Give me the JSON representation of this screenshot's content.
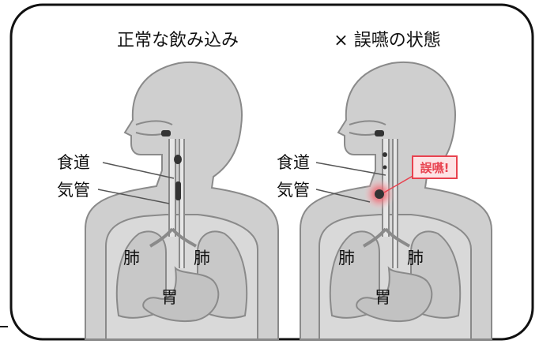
{
  "panels": [
    {
      "title": "正常な飲み込み",
      "labels": {
        "esophagus": "食道",
        "trachea": "気管",
        "lung_left": "肺",
        "lung_right": "肺",
        "stomach": "胃"
      }
    },
    {
      "title": "× 誤嚥の状態",
      "labels": {
        "esophagus": "食道",
        "trachea": "気管",
        "lung_left": "肺",
        "lung_right": "肺"
      },
      "callout": "誤嚥!"
    }
  ],
  "colors": {
    "body": "#cfcfcf",
    "outline": "#8a8a8a",
    "frame": "#111111",
    "accent": "#e8424f"
  }
}
